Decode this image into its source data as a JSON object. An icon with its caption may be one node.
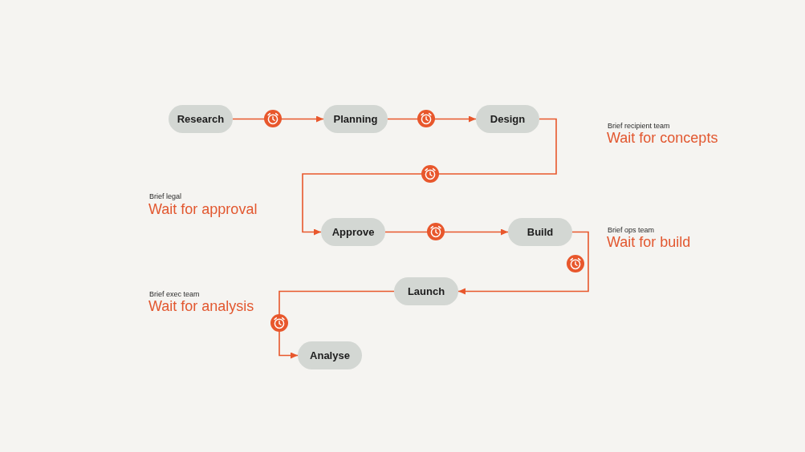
{
  "diagram": {
    "nodes": [
      {
        "text": [
          "Research"
        ]
      },
      {
        "text": [
          "Planning"
        ]
      },
      {
        "text": [
          "Design"
        ]
      },
      {
        "text": [
          "Approve"
        ]
      },
      {
        "text": [
          "Build"
        ]
      },
      {
        "text": [
          "Launch"
        ]
      },
      {
        "text": [
          "Analyse"
        ]
      }
    ],
    "edges": [
      {
        "from": 0,
        "to": 1,
        "arrow": "to"
      },
      {
        "from": 1,
        "to": 2,
        "arrow": "to"
      },
      {
        "from": 2,
        "to": 3,
        "arrow": "to"
      },
      {
        "from": 3,
        "to": 4,
        "arrow": "to"
      },
      {
        "from": 4,
        "to": 5,
        "arrow": "to"
      },
      {
        "from": 5,
        "to": 6,
        "arrow": "to"
      }
    ],
    "labels": [
      "Brief recipient team",
      "Wait for concepts",
      "Brief legal",
      "Wait for approval",
      "Brief ops team",
      "Wait for build",
      "Brief exec team",
      "Wait for analysis"
    ]
  }
}
